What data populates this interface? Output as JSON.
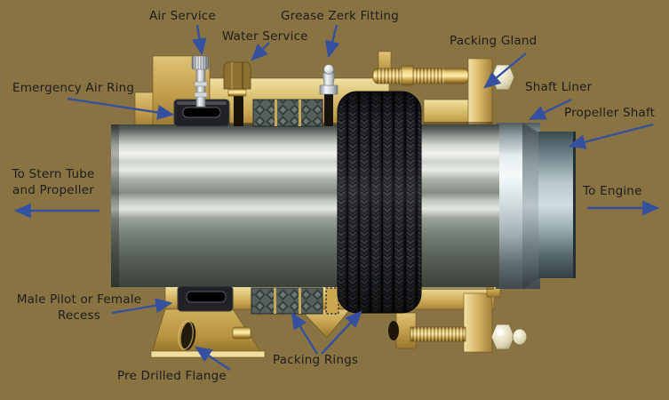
{
  "diagram": {
    "background_color": "#8a7343",
    "arrow_color": "#35509f",
    "text_color": "#1d1d1d",
    "labels": {
      "air_service": "Air Service",
      "water_service": "Water Service",
      "grease_zerk_fitting": "Grease Zerk Fitting",
      "packing_gland": "Packing Gland",
      "shaft_liner": "Shaft Liner",
      "propeller_shaft": "Propeller Shaft",
      "emergency_air_ring": "Emergency Air Ring",
      "to_stern_tube": "To Stern Tube and Propeller",
      "to_engine": "To Engine",
      "male_pilot": "Male Pilot or Female Recess",
      "pre_drilled_flange": "Pre Drilled Flange",
      "packing_rings": "Packing Rings"
    }
  }
}
